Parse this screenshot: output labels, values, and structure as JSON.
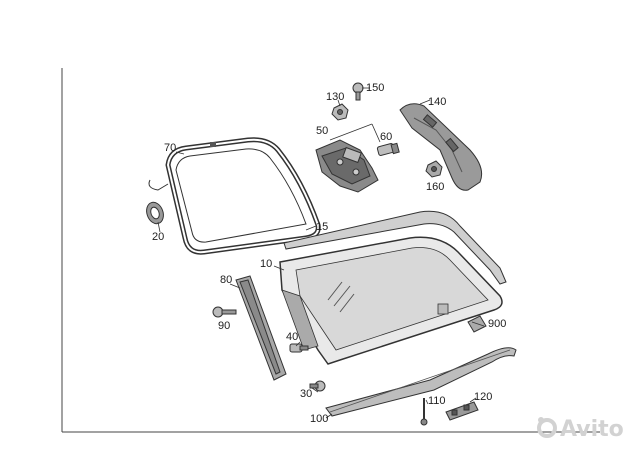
{
  "callouts": {
    "p150": "150",
    "p130": "130",
    "p140": "140",
    "p50": "50",
    "p60": "60",
    "p70": "70",
    "p160": "160",
    "p20": "20",
    "p15": "15",
    "p10": "10",
    "p80": "80",
    "p90": "90",
    "p900": "900",
    "p40": "40",
    "p30": "30",
    "p110": "110",
    "p120": "120",
    "p100": "100"
  },
  "watermark": {
    "text": "Avito"
  }
}
